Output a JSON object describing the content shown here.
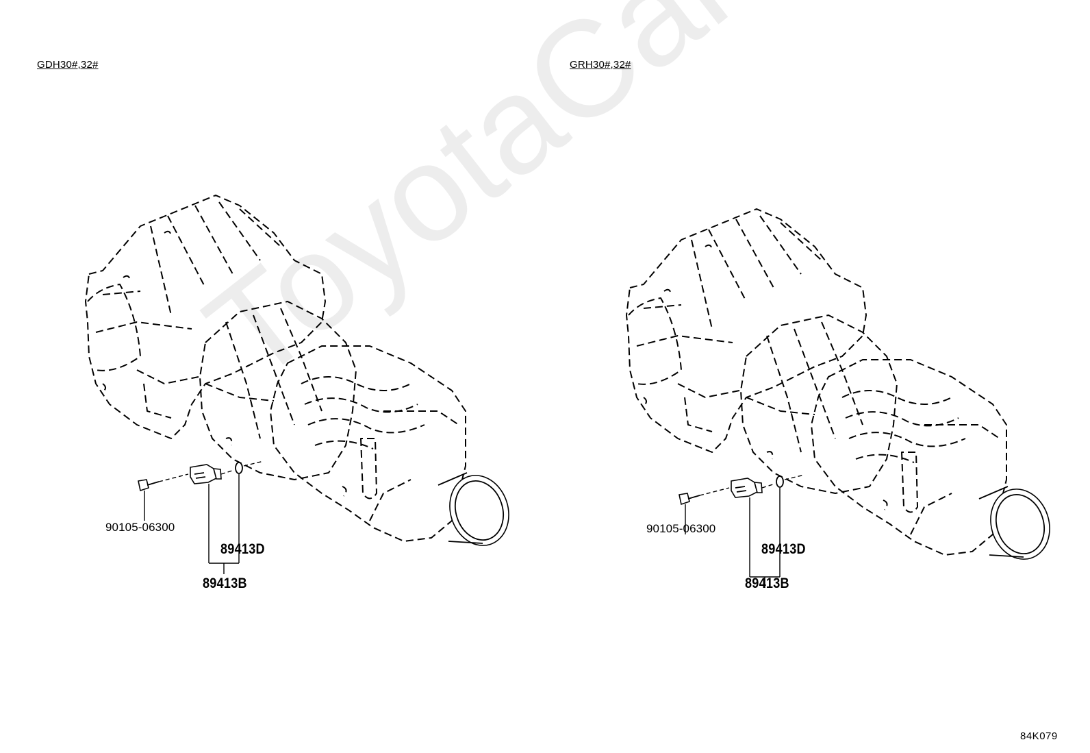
{
  "watermark": "ToyotaCarMine.ru",
  "diagram_ref": "84K079",
  "variants": [
    {
      "label": "GDH30#,32#",
      "parts": {
        "bolt": "90105-06300",
        "oring": "89413D",
        "sensor_kit": "89413B"
      }
    },
    {
      "label": "GRH30#,32#",
      "parts": {
        "bolt": "90105-06300",
        "oring": "89413D",
        "sensor_kit": "89413B"
      }
    }
  ]
}
